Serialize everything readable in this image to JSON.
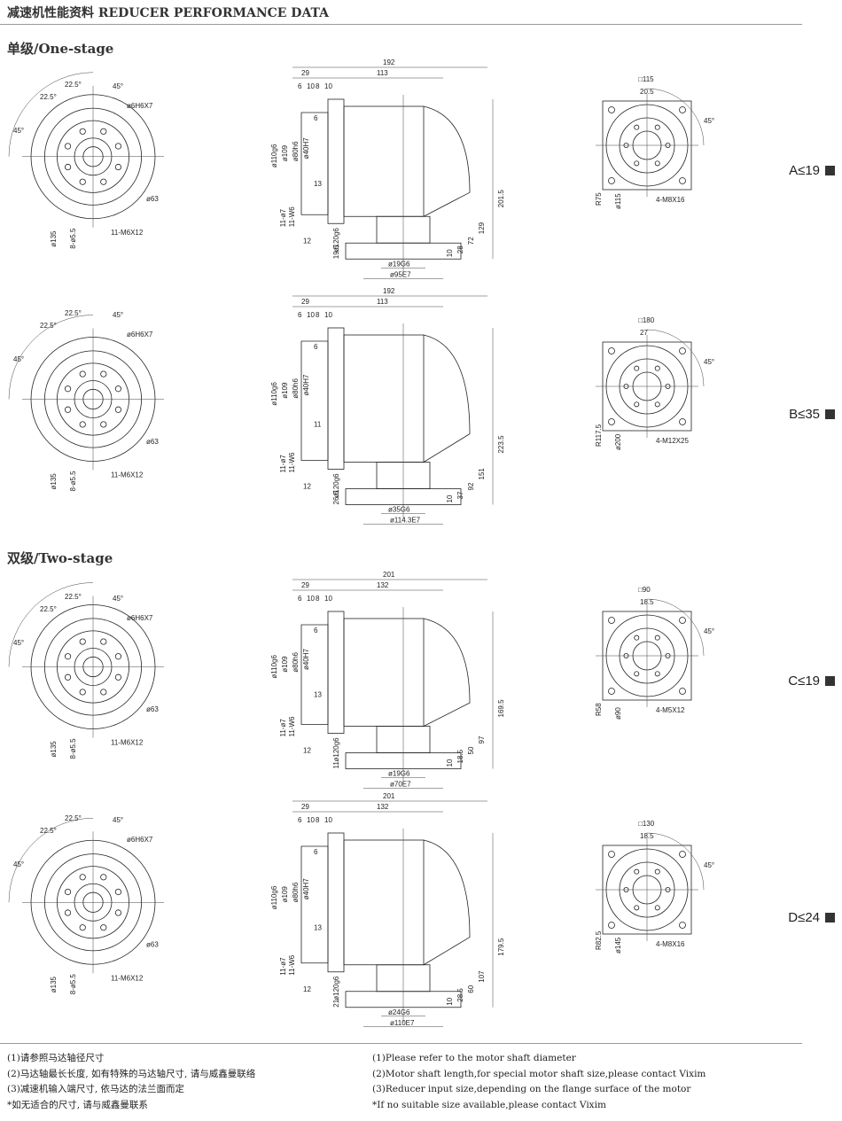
{
  "header": {
    "title": "减速机性能资料 REDUCER PERFORMANCE DATA"
  },
  "sections": {
    "one_stage": "单级/One-stage",
    "two_stage": "双级/Two-stage"
  },
  "rows": [
    {
      "rating": "A≤19",
      "front": {
        "angles": [
          "22.5°",
          "22.5°",
          "45°",
          "45°"
        ],
        "bore": "ø6H6X7",
        "outer": "ø63",
        "pcd": "ø135",
        "holes": "8-ø5.5",
        "screws": "11-M6X12"
      },
      "side": {
        "overall": "192",
        "d1": "29",
        "d2": "113",
        "d3": "6",
        "d4": "10",
        "d5": "8",
        "d6": "10",
        "pilot": "ø110g6",
        "bc": "ø109",
        "shaft": "ø80h6",
        "motor": "ø40H7",
        "p6": "6",
        "p13": "13",
        "m1": "11-W6",
        "m2": "11-ø7",
        "n12": "12",
        "flange": "ø120g6",
        "h1": "201.5",
        "h2": "129",
        "h3": "72",
        "h4": "28",
        "h5": "10",
        "b1": "19.5",
        "out1": "ø19G6",
        "out2": "ø95E7"
      },
      "output": {
        "square": "□115",
        "w": "20.5",
        "angle": "45°",
        "r": "R75",
        "pcd": "ø115",
        "screws": "4-M8X16"
      }
    },
    {
      "rating": "B≤35",
      "front": {
        "angles": [
          "22.5°",
          "22.5°",
          "45°",
          "45°"
        ],
        "bore": "ø6H6X7",
        "outer": "ø63",
        "pcd": "ø135",
        "holes": "8-ø5.5",
        "screws": "11-M6X12"
      },
      "side": {
        "overall": "192",
        "d1": "29",
        "d2": "113",
        "d3": "6",
        "d4": "10",
        "d5": "8",
        "d6": "10",
        "pilot": "ø110g6",
        "bc": "ø109",
        "shaft": "ø80h6",
        "motor": "ø40H7",
        "p6": "6",
        "p13": "11",
        "m1": "11-W6",
        "m2": "11-ø7",
        "n12": "12",
        "flange": "ø120g6",
        "h1": "223.5",
        "h2": "151",
        "h3": "92",
        "h4": "37",
        "h5": "10",
        "b1": "26.5",
        "out1": "ø35G6",
        "out2": "ø114.3E7"
      },
      "output": {
        "square": "□180",
        "w": "27",
        "angle": "45°",
        "r": "R117.5",
        "pcd": "ø200",
        "screws": "4-M12X25"
      }
    },
    {
      "rating": "C≤19",
      "front": {
        "angles": [
          "22.5°",
          "22.5°",
          "45°",
          "45°"
        ],
        "bore": "ø6H6X7",
        "outer": "ø63",
        "pcd": "ø135",
        "holes": "8-ø5.5",
        "screws": "11-M6X12"
      },
      "side": {
        "overall": "201",
        "d1": "29",
        "d2": "132",
        "d3": "6",
        "d4": "10",
        "d5": "8",
        "d6": "10",
        "pilot": "ø110g6",
        "bc": "ø109",
        "shaft": "ø80h6",
        "motor": "ø40H7",
        "p6": "6",
        "p13": "13",
        "m1": "11-W6",
        "m2": "11-ø7",
        "n12": "12",
        "flange": "ø120g6",
        "h1": "169.5",
        "h2": "97",
        "h3": "50",
        "h4": "18.5",
        "h5": "10",
        "b1": "11",
        "out1": "ø19G6",
        "out2": "ø70E7"
      },
      "output": {
        "square": "□90",
        "w": "18.5",
        "angle": "45°",
        "r": "R58",
        "pcd": "ø90",
        "screws": "4-M5X12"
      }
    },
    {
      "rating": "D≤24",
      "front": {
        "angles": [
          "22.5°",
          "22.5°",
          "45°",
          "45°"
        ],
        "bore": "ø6H6X7",
        "outer": "ø63",
        "pcd": "ø135",
        "holes": "8-ø5.5",
        "screws": "11-M6X12"
      },
      "side": {
        "overall": "201",
        "d1": "29",
        "d2": "132",
        "d3": "6",
        "d4": "10",
        "d5": "8",
        "d6": "10",
        "pilot": "ø110g6",
        "bc": "ø109",
        "shaft": "ø80h6",
        "motor": "ø40H7",
        "p6": "6",
        "p13": "13",
        "m1": "11-W6",
        "m2": "11-ø7",
        "n12": "12",
        "flange": "ø120g6",
        "h1": "179.5",
        "h2": "107",
        "h3": "60",
        "h4": "28.5",
        "h5": "10",
        "b1": "21",
        "out1": "ø24G6",
        "out2": "ø110E7"
      },
      "output": {
        "square": "□130",
        "w": "18.5",
        "angle": "45°",
        "r": "R82.5",
        "pcd": "ø145",
        "screws": "4-M8X16"
      }
    }
  ],
  "notes": {
    "cn": [
      "(1)请参照马达轴径尺寸",
      "(2)马达轴最长长度, 如有特殊的马达轴尺寸, 请与威鑫曼联络",
      "(3)减速机输入端尺寸, 依马达的法兰面而定",
      "*如无适合的尺寸, 请与威鑫曼联系"
    ],
    "en": [
      "(1)Please refer to the motor shaft diameter",
      "(2)Motor shaft length,for special motor shaft size,please contact Vixim",
      "(3)Reducer input size,depending on the flange surface of the motor",
      "*If no suitable size available,please contact Vixim"
    ]
  }
}
